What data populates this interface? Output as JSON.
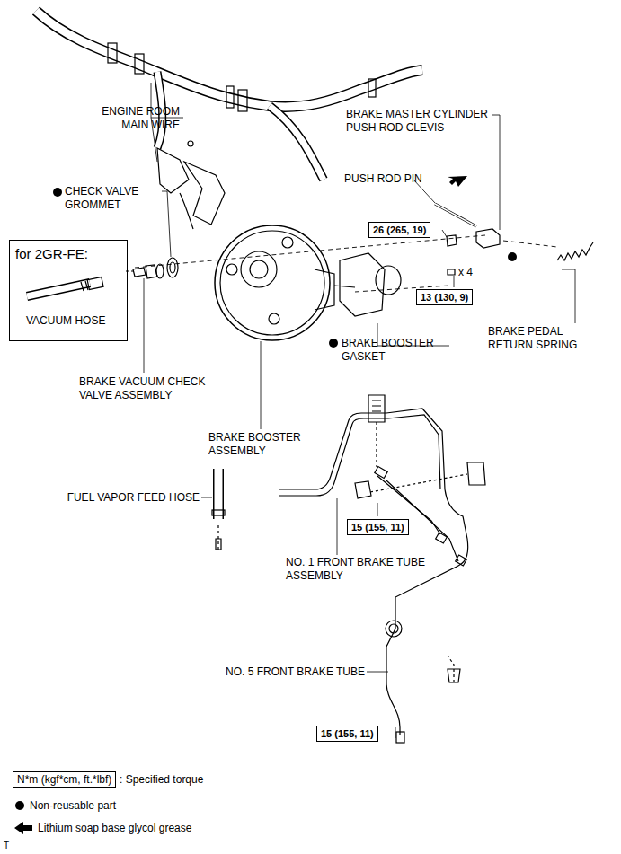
{
  "diagram": {
    "nodes": [
      {
        "text": [
          "26 (265, 19)"
        ]
      },
      {
        "text": [
          "for 2GR-FE:",
          "VACUUM HOSE"
        ]
      },
      {
        "text": [
          "13 (130, 9)"
        ]
      },
      {
        "text": [
          "15 (155, 11)"
        ]
      },
      {
        "text": [
          "15 (155, 11)"
        ]
      },
      {
        "text": [
          "N*m (kgf*cm, ft.*lbf)"
        ]
      }
    ],
    "labels": [
      "ENGINE ROOM MAIN WIRE",
      "BRAKE MASTER CYLINDER PUSH ROD CLEVIS",
      "PUSH ROD PIN",
      "CHECK VALVE GROMMET",
      "x 4",
      "BRAKE PEDAL RETURN SPRING",
      "BRAKE BOOSTER GASKET",
      "BRAKE VACUUM CHECK VALVE ASSEMBLY",
      "BRAKE BOOSTER ASSEMBLY",
      "FUEL VAPOR FEED HOSE",
      "NO. 1 FRONT BRAKE TUBE ASSEMBLY",
      "NO. 5 FRONT BRAKE TUBE",
      "T"
    ],
    "legend": [
      {
        "text": ": Specified torque"
      },
      {
        "text": "Non-reusable part"
      },
      {
        "text": "Lithium soap base glycol grease"
      }
    ]
  }
}
